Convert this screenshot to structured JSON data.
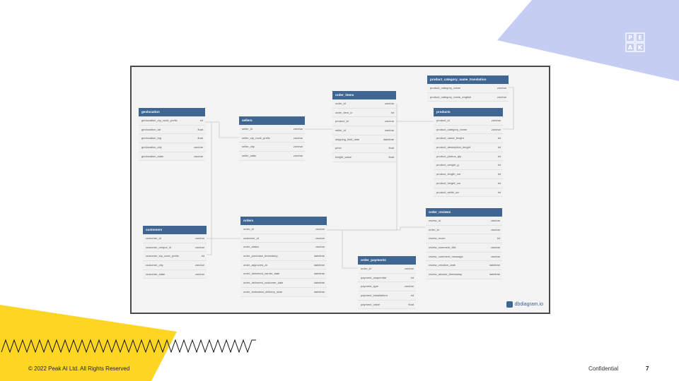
{
  "footer": {
    "copyright": "© 2022 Peak AI Ltd. All Rights Reserved",
    "confidential": "Confidential",
    "page_number": "7"
  },
  "logo": {
    "letters": [
      "P",
      "E",
      "A",
      "K"
    ],
    "icon": "peak-logo-icon"
  },
  "diagram": {
    "watermark": "dbdiagram.io",
    "tables": [
      {
        "id": "geolocation",
        "title": "geolocation",
        "columns": [
          {
            "name": "geolocation_zip_code_prefix",
            "type": "int"
          },
          {
            "name": "geolocation_lat",
            "type": "float"
          },
          {
            "name": "geolocation_lng",
            "type": "float"
          },
          {
            "name": "geolocation_city",
            "type": "varchar"
          },
          {
            "name": "geolocation_state",
            "type": "varchar"
          }
        ]
      },
      {
        "id": "sellers",
        "title": "sellers",
        "columns": [
          {
            "name": "seller_id",
            "type": "varchar"
          },
          {
            "name": "seller_zip_code_prefix",
            "type": "varchar"
          },
          {
            "name": "seller_city",
            "type": "varchar"
          },
          {
            "name": "seller_state",
            "type": "varchar"
          }
        ]
      },
      {
        "id": "order_items",
        "title": "order_items",
        "columns": [
          {
            "name": "order_id",
            "type": "varchar"
          },
          {
            "name": "order_item_id",
            "type": "int"
          },
          {
            "name": "product_id",
            "type": "varchar"
          },
          {
            "name": "seller_id",
            "type": "varchar"
          },
          {
            "name": "shipping_limit_date",
            "type": "datetime"
          },
          {
            "name": "price",
            "type": "float"
          },
          {
            "name": "freight_value",
            "type": "float"
          }
        ]
      },
      {
        "id": "product_category_name_translation",
        "title": "product_category_name_translation",
        "columns": [
          {
            "name": "product_category_name",
            "type": "varchar"
          },
          {
            "name": "product_category_name_english",
            "type": "varchar"
          }
        ]
      },
      {
        "id": "products",
        "title": "products",
        "columns": [
          {
            "name": "product_id",
            "type": "varchar"
          },
          {
            "name": "product_category_name",
            "type": "varchar"
          },
          {
            "name": "product_name_lenght",
            "type": "int"
          },
          {
            "name": "product_description_lenght",
            "type": "int"
          },
          {
            "name": "product_photos_qty",
            "type": "int"
          },
          {
            "name": "product_weight_g",
            "type": "int"
          },
          {
            "name": "product_length_cm",
            "type": "int"
          },
          {
            "name": "product_height_cm",
            "type": "int"
          },
          {
            "name": "product_width_cm",
            "type": "int"
          }
        ]
      },
      {
        "id": "customers",
        "title": "customers",
        "columns": [
          {
            "name": "customer_id",
            "type": "varchar"
          },
          {
            "name": "customer_unique_id",
            "type": "varchar"
          },
          {
            "name": "customer_zip_code_prefix",
            "type": "int"
          },
          {
            "name": "customer_city",
            "type": "varchar"
          },
          {
            "name": "customer_state",
            "type": "varchar"
          }
        ]
      },
      {
        "id": "orders",
        "title": "orders",
        "columns": [
          {
            "name": "order_id",
            "type": "varchar"
          },
          {
            "name": "customer_id",
            "type": "varchar"
          },
          {
            "name": "order_status",
            "type": "varchar"
          },
          {
            "name": "order_purchase_timestamp",
            "type": "datetime"
          },
          {
            "name": "order_approved_at",
            "type": "datetime"
          },
          {
            "name": "order_delivered_carrier_date",
            "type": "datetime"
          },
          {
            "name": "order_delivered_customer_date",
            "type": "datetime"
          },
          {
            "name": "order_estimated_delivery_date",
            "type": "datetime"
          }
        ]
      },
      {
        "id": "order_payments",
        "title": "order_payments",
        "columns": [
          {
            "name": "order_id",
            "type": "varchar"
          },
          {
            "name": "payment_sequential",
            "type": "int"
          },
          {
            "name": "payment_type",
            "type": "varchar"
          },
          {
            "name": "payment_installations",
            "type": "int"
          },
          {
            "name": "payment_value",
            "type": "float"
          }
        ]
      },
      {
        "id": "order_reviews",
        "title": "order_reviews",
        "columns": [
          {
            "name": "review_id",
            "type": "varchar"
          },
          {
            "name": "order_id",
            "type": "varchar"
          },
          {
            "name": "review_score",
            "type": "int"
          },
          {
            "name": "review_comment_title",
            "type": "varchar"
          },
          {
            "name": "review_comment_message",
            "type": "varchar"
          },
          {
            "name": "review_creation_date",
            "type": "datetime"
          },
          {
            "name": "review_answer_timestamp",
            "type": "datetime"
          }
        ]
      }
    ]
  },
  "colors": {
    "header": "#3f6593",
    "yellow_accent": "#fcd623",
    "lavender_accent": "#c5cdf3"
  }
}
